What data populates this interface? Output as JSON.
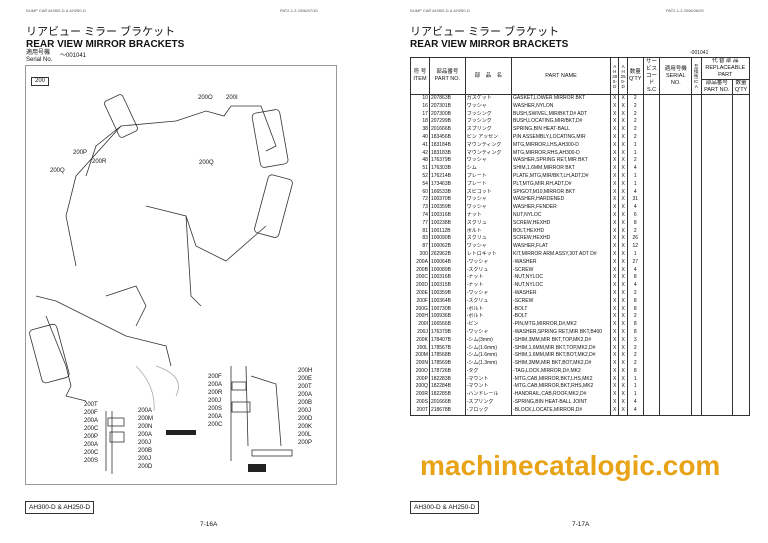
{
  "left_page": {
    "header_left": "DUMP CAR   AH300-D & AH250-D",
    "header_right": "PAT2-1-3    2006/07/15",
    "title_jp": "リアビュー ミラー ブラケット",
    "title_en": "REAR VIEW MIRROR BRACKETS",
    "serial_label_jp": "適用号機",
    "serial_label_en": "Serial No.",
    "serial_value": "〜001041",
    "diagram_ref": "200",
    "diagram_labels": [
      "200O",
      "200I",
      "200P",
      "200R",
      "200Q",
      "200Q",
      "200T",
      "200F",
      "200A",
      "200C",
      "200P",
      "200A",
      "200C",
      "200S",
      "200A",
      "200M",
      "200N",
      "200A",
      "200J",
      "200B",
      "200J",
      "200D",
      "200F",
      "200A",
      "200R",
      "200J",
      "200S",
      "200A",
      "200C",
      "200H",
      "200E",
      "200T",
      "200A",
      "200B",
      "200J",
      "200D",
      "200K",
      "200L",
      "200P"
    ],
    "model_label": "AH300-D & AH250-D",
    "page_number": "7-16A"
  },
  "right_page": {
    "header_left": "DUMP CAR   AH300-D & AH250-D",
    "header_right": "PAT2-1-3    2006/06/29",
    "title_jp": "リアビュー ミラー ブラケット",
    "title_en": "REAR VIEW MIRROR BRACKETS",
    "serial_range": "-001041",
    "columns": {
      "item_jp": "符 号",
      "item_en": "ITEM",
      "pn_jp": "部品番号",
      "pn_en": "PART NO.",
      "name_jp": "部　品　名",
      "name_en": "PART NAME",
      "ah300": "AH300-D",
      "ah250": "AH250-D",
      "qty_jp": "数量",
      "qty_en": "Q'TY",
      "sc_jp": "サービスコード",
      "sc_en": "S.C",
      "serial_jp": "適用号機",
      "serial_en": "SERIAL NO.",
      "ica_jp": "互換性",
      "ica_en": "ICA",
      "repl_jp": "代 替 部 品",
      "repl_en": "REPLACEABLE PART",
      "repl_pn_jp": "部品番号",
      "repl_pn_en": "PART NO.",
      "repl_qty_jp": "数量",
      "repl_qty_en": "Q'TY"
    },
    "rows": [
      [
        "10",
        "207863B",
        "ガスケット",
        "GASKET,LOWER MIRROR BKT",
        "X",
        "X",
        "2"
      ],
      [
        "16",
        "207301B",
        "ワッシャ",
        "WASHER,NYLON",
        "X",
        "X",
        "2"
      ],
      [
        "17",
        "207300B",
        "ブッシング",
        "BUSH,SWIVEL,MIR/BKT,D# ADT",
        "X",
        "X",
        "2"
      ],
      [
        "18",
        "207299B",
        "ブッシング",
        "BUSH,LOCATING,MIR/BKT,D#",
        "X",
        "X",
        "2"
      ],
      [
        "38",
        "201666B",
        "スプリング",
        "SPRING,BIN HEAT-BALL",
        "X",
        "X",
        "2"
      ],
      [
        "40",
        "183456B",
        "ピン アッセン",
        "PIN ASSEMBLY,LOCATING,MIR",
        "X",
        "X",
        "2"
      ],
      [
        "41",
        "183184B",
        "マウンティング",
        "MTG,MIRROR,LHS,AH300-D",
        "X",
        "X",
        "1"
      ],
      [
        "42",
        "183183B",
        "マウンティング",
        "MTG,MIRROR,RHS,AH300-D",
        "X",
        "X",
        "1"
      ],
      [
        "48",
        "176379B",
        "ワッシャ",
        "WASHER,SPRING RET,MIR BKT",
        "X",
        "X",
        "2"
      ],
      [
        "51",
        "176303B",
        "シム",
        "SHIM,1.6MM,MIRROR BKT",
        "X",
        "X",
        "4"
      ],
      [
        "52",
        "176214B",
        "プレート",
        "PLATE,MTG,MIR/BKT,LH,ADT,D#",
        "X",
        "X",
        "1"
      ],
      [
        "54",
        "173463B",
        "プレート",
        "PLT,MTG,MIR,RH,ADT,D#",
        "X",
        "X",
        "1"
      ],
      [
        "60",
        "166533B",
        "スピゴット",
        "SPIGOT,M10,MIRROR BKT",
        "X",
        "X",
        "4"
      ],
      [
        "72",
        "100370B",
        "ワッシャ",
        "WASHER,HARDENED",
        "X",
        "X",
        "31"
      ],
      [
        "73",
        "100359B",
        "ワッシャ",
        "WASHER,FENDER",
        "X",
        "X",
        "4"
      ],
      [
        "74",
        "100316B",
        "ナット",
        "NUT,NYLOC",
        "X",
        "X",
        "6"
      ],
      [
        "77",
        "100238B",
        "スクリュ",
        "SCREW,HEXHD",
        "X",
        "X",
        "8"
      ],
      [
        "81",
        "100112B",
        "ボルト",
        "BOLT,HEXHD",
        "X",
        "X",
        "2"
      ],
      [
        "83",
        "100090B",
        "スクリュ",
        "SCREW,HEXHD",
        "X",
        "X",
        "26"
      ],
      [
        "87",
        "100062B",
        "ワッシャ",
        "WASHER,FLAT",
        "X",
        "X",
        "12"
      ],
      [
        "200",
        "262962B",
        "レトロキット",
        "KIT,MIRROR ARM ASSY,30T ADT D#",
        "X",
        "X",
        "1"
      ],
      [
        "200A",
        "100064B",
        "-ワッシャ",
        "-WASHER",
        "X",
        "X",
        "27"
      ],
      [
        "200B",
        "100089B",
        "-スクリュ",
        "-SCREW",
        "X",
        "X",
        "4"
      ],
      [
        "200C",
        "100316B",
        "-ナット",
        "-NUT,NYLOC",
        "X",
        "X",
        "8"
      ],
      [
        "200D",
        "100315B",
        "-ナット",
        "-NUT,NYLOC",
        "X",
        "X",
        "4"
      ],
      [
        "200E",
        "100359B",
        "-ワッシャ",
        "-WASHER",
        "X",
        "X",
        "2"
      ],
      [
        "200F",
        "100364B",
        "-スクリュ",
        "-SCREW",
        "X",
        "X",
        "8"
      ],
      [
        "200G",
        "100730B",
        "-ボルト",
        "-BOLT",
        "X",
        "X",
        "8"
      ],
      [
        "200H",
        "100936B",
        "-ボルト",
        "-BOLT",
        "X",
        "X",
        "2"
      ],
      [
        "200I",
        "166566B",
        "-ピン",
        "-PIN,MTG,MIRROR,D#,MK2",
        "X",
        "X",
        "8"
      ],
      [
        "200J",
        "176379B",
        "-ワッシャ",
        "-WASHER,SPRING RET,MIR BKT,B400",
        "X",
        "X",
        "8"
      ],
      [
        "200K",
        "178407B",
        "-シム(3mm)",
        "-SHIM,3MM,MIR BKT,TOP,MK2,D#",
        "X",
        "X",
        "3"
      ],
      [
        "200L",
        "178567B",
        "-シム(1.6mm)",
        "-SHIM,1.6MM,MIR BKT,TOP,MK2,D#",
        "X",
        "X",
        "2"
      ],
      [
        "200M",
        "178568B",
        "-シム(1.6mm)",
        "-SHIM,1.6MM,MIR BKT,BOT,MK2,D#",
        "X",
        "X",
        "2"
      ],
      [
        "200N",
        "178569B",
        "-シム(1.3mm)",
        "-SHIM,3MM,MIR BKT,BOT,MK2,D#",
        "X",
        "X",
        "2"
      ],
      [
        "200O",
        "178726B",
        "-タグ",
        "-TAG,LOCK,MIRROR,D#,MK2",
        "X",
        "X",
        "8"
      ],
      [
        "200P",
        "182283B",
        "-マウント",
        "-MTG,CAB,MIRROR,BKT,LHS,MK2",
        "X",
        "X",
        "1"
      ],
      [
        "200Q",
        "182284B",
        "-マウント",
        "-MTG,CAB,MIRROR,BKT,RHS,MK2",
        "X",
        "X",
        "1"
      ],
      [
        "200R",
        "182285B",
        "-ハンドレール",
        "-HANDRAIL,CAB,ROOF,MK2,D#",
        "X",
        "X",
        "1"
      ],
      [
        "200S",
        "201666B",
        "-スプリング",
        "-SPRING,BIN HEAT-BALL JOINT",
        "X",
        "X",
        "4"
      ],
      [
        "200T",
        "218678B",
        "-ブロック",
        "-BLOCK,LOCATE,MIRROR,D#",
        "X",
        "X",
        "4"
      ]
    ],
    "model_label": "AH300-D & AH250-D",
    "page_number": "7-17A"
  },
  "watermark": "machinecatalogic.com",
  "colors": {
    "watermark": "#e8a317",
    "ink": "#111111"
  }
}
